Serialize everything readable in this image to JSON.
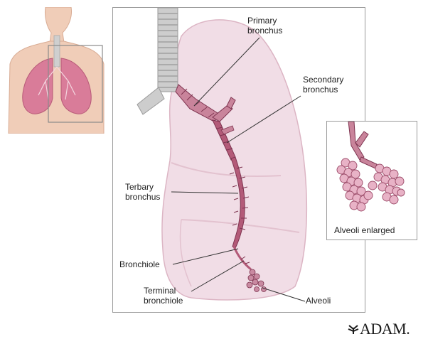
{
  "labels": {
    "primary_bronchus": [
      "Primary",
      "bronchus"
    ],
    "secondary_bronchus": [
      "Secondary",
      "bronchus"
    ],
    "tertiary_bronchus": [
      "Terbary",
      "bronchus"
    ],
    "bronchiole": "Bronchiole",
    "terminal_bronchiole": [
      "Terminal",
      "bronchiole"
    ],
    "alveoli": "Alveoli",
    "alveoli_enlarged": "Alveoli enlarged"
  },
  "logo": "ADAM.",
  "colors": {
    "lung_fill": "#f1dde6",
    "lung_shade": "#e6c7d4",
    "bronchus": "#b35a78",
    "bronchus_dark": "#7e3450",
    "trachea": "#c7c7c7",
    "alveoli_fill": "#e8b2c6",
    "torso": "#f0cdb8",
    "thumb_lung": "#d97c99"
  }
}
